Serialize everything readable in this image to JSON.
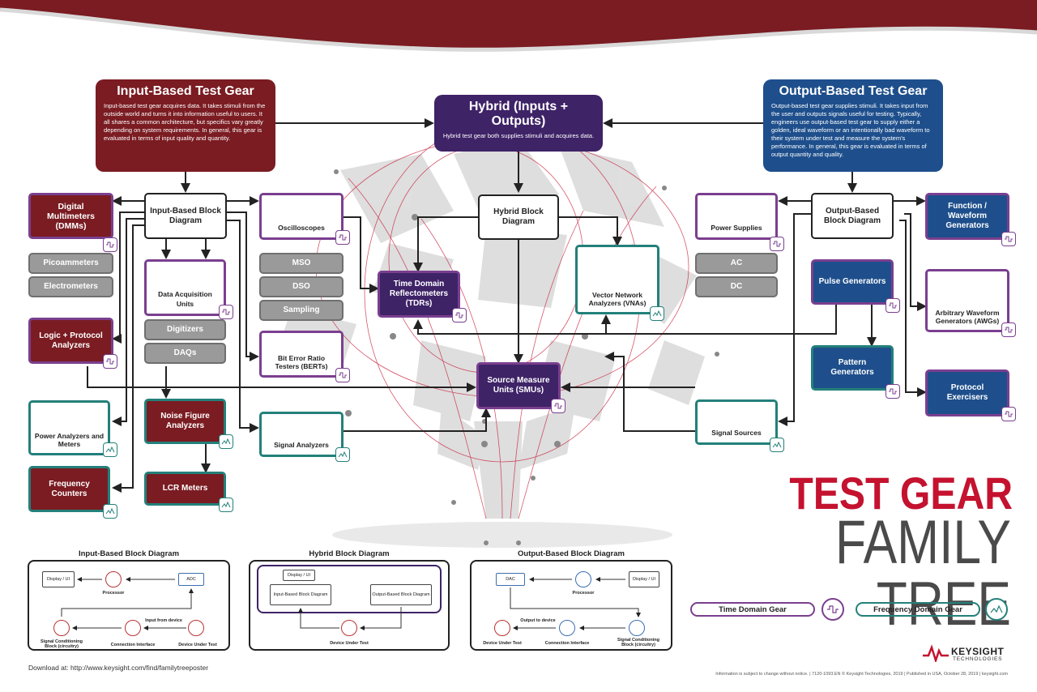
{
  "colors": {
    "red": "#7a1c22",
    "blue": "#1e4f8c",
    "purple": "#3e2367",
    "accent_red": "#c4122f",
    "time_domain": "#7a3f8f",
    "frequency_domain": "#23807a"
  },
  "headers": {
    "input": {
      "title": "Input-Based Test Gear",
      "desc": "Input-based test gear acquires data. It takes stimuli from the outside world and turns it into information useful to users. It all shares a common architecture, but specifics vary greatly depending on system requirements. In general, this gear is evaluated in terms of input quality and quantity."
    },
    "hybrid": {
      "title": "Hybrid (Inputs + Outputs)",
      "desc": "Hybrid test gear both supplies stimuli and acquires data."
    },
    "output": {
      "title": "Output-Based Test Gear",
      "desc": "Output-based test gear supplies stimuli. It takes input from the user and outputs signals useful for testing. Typically, engineers use output-based test gear to supply either a golden, ideal waveform or an intentionally bad waveform to their system under test and measure the system's performance. In general, this gear is evaluated in terms of output quantity and quality."
    }
  },
  "nodes": {
    "dmm": "Digital Multimeters (DMMs)",
    "pico": "Picoammeters",
    "electro": "Electrometers",
    "logic": "Logic + Protocol Analyzers",
    "power_an": "Power Analyzers and Meters",
    "freq": "Frequency Counters",
    "ibd": "Input-Based Block Diagram",
    "daq_units": "Data Acquisition Units",
    "digitizers": "Digitizers",
    "daqs": "DAQs",
    "noise": "Noise Figure Analyzers",
    "lcr": "LCR Meters",
    "osc": "Oscilloscopes",
    "mso": "MSO",
    "dso": "DSO",
    "sampling": "Sampling",
    "bert": "Bit Error Ratio Testers (BERTs)",
    "sig_an": "Signal Analyzers",
    "hbd": "Hybrid Block Diagram",
    "tdr": "Time Domain Reflectometers (TDRs)",
    "vna": "Vector Network Analyzers (VNAs)",
    "smu": "Source Measure Units (SMUs)",
    "psu": "Power Supplies",
    "ac": "AC",
    "dc": "DC",
    "obd": "Output-Based Block Diagram",
    "fgen": "Function / Waveform Generators",
    "pulse": "Pulse Generators",
    "awg": "Arbitrary Waveform Generators (AWGs)",
    "pattern": "Pattern Generators",
    "protocol": "Protocol Exercisers",
    "sig_src": "Signal Sources"
  },
  "poster_title": {
    "line1": "TEST GEAR",
    "line2": "FAMILY TREE"
  },
  "legend": {
    "time": "Time Domain Gear",
    "freq": "Frequency Domain Gear"
  },
  "mini_diagrams": {
    "input": {
      "title": "Input-Based Block Diagram",
      "display": "Display / UI",
      "processor": "Processor",
      "adc": "ADC",
      "input_from": "Input from device",
      "signal_cond": "Signal Conditioning Block (circuitry)",
      "conn": "Connection Interface",
      "dut": "Device Under Test"
    },
    "hybrid": {
      "title": "Hybrid Block Diagram",
      "display": "Display / UI",
      "ibd": "Input-Based Block Diagram",
      "obd": "Output-Based Block Diagram",
      "dut": "Device Under Test"
    },
    "output": {
      "title": "Output-Based Block Diagram",
      "dac": "DAC",
      "processor": "Processor",
      "display": "Display / UI",
      "output_to": "Output to device",
      "dut": "Device Under Test",
      "conn": "Connection Interface",
      "signal_cond": "Signal Conditioning Block (circuitry)"
    }
  },
  "footer": {
    "download": "Download at: http://www.keysight.com/find/familytreeposter",
    "fine_print": "Information is subject to change without notice.  |  7120-1093.EN © Keysight Technologies, 2019  |  Published in USA, October 28, 2019  |  keysight.com"
  },
  "logo": {
    "line1": "KEYSIGHT",
    "line2": "TECHNOLOGIES"
  }
}
